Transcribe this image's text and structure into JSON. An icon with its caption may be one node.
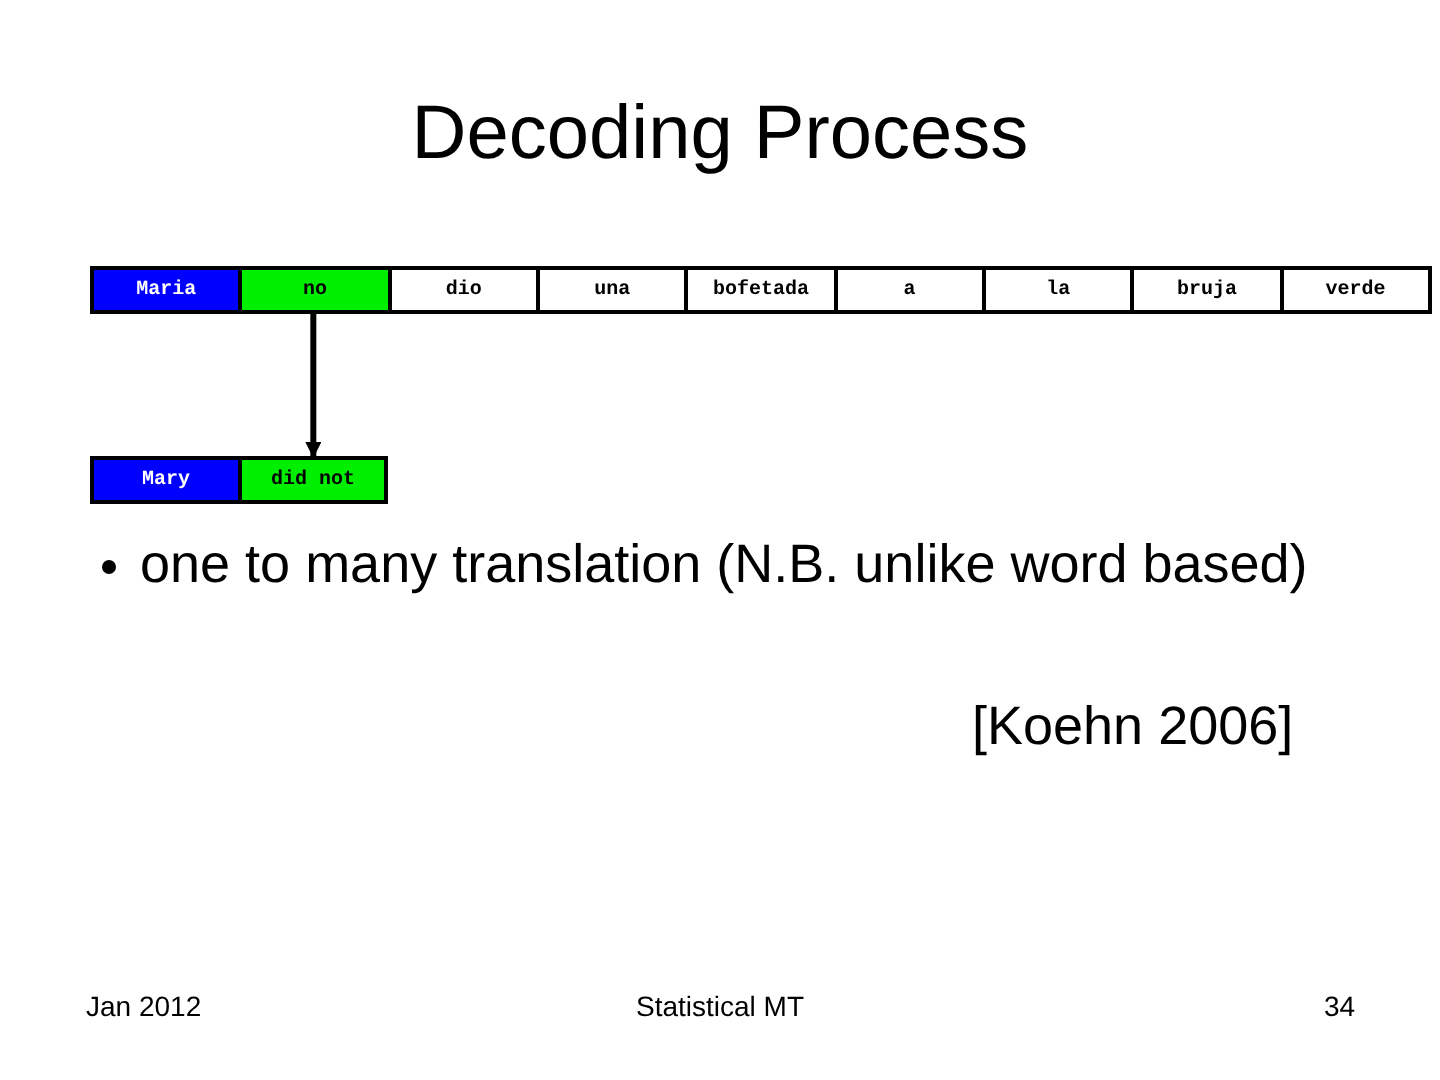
{
  "diagram": {
    "title": "Decoding Process",
    "nodes": [
      {
        "text": [
          "Maria"
        ]
      },
      {
        "text": [
          "no"
        ]
      },
      {
        "text": [
          "dio"
        ]
      },
      {
        "text": [
          "una"
        ]
      },
      {
        "text": [
          "bofetada"
        ]
      },
      {
        "text": [
          "a"
        ]
      },
      {
        "text": [
          "la"
        ]
      },
      {
        "text": [
          "bruja"
        ]
      },
      {
        "text": [
          "verde"
        ]
      },
      {
        "text": [
          "Mary"
        ]
      },
      {
        "text": [
          "did not"
        ]
      }
    ],
    "edges": [
      {
        "from": 1,
        "to": 10,
        "arrow": "to"
      }
    ],
    "labels": [
      "one to many translation (N.B. unlike word based)",
      "[Koehn 2006]",
      "Jan 2012",
      "Statistical MT",
      "34"
    ]
  }
}
